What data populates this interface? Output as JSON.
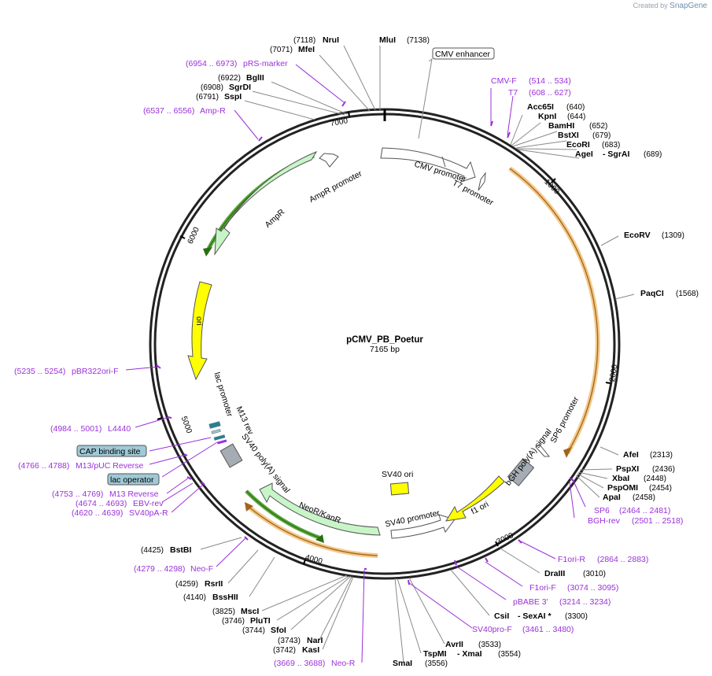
{
  "credit": {
    "prefix": "Created by",
    "brand": "SnapGene"
  },
  "plasmid": {
    "name": "pCMV_PB_Poetur",
    "length_text": "7165 bp",
    "length": 7165
  },
  "ticks": [
    {
      "label": "1000",
      "bp": 1000
    },
    {
      "label": "2000",
      "bp": 2000
    },
    {
      "label": "3000",
      "bp": 3000
    },
    {
      "label": "4000",
      "bp": 4000
    },
    {
      "label": "5000",
      "bp": 5000
    },
    {
      "label": "6000",
      "bp": 6000
    },
    {
      "label": "7000",
      "bp": 7000
    }
  ],
  "sites": [
    {
      "name": "MluI",
      "pos": "(7138)"
    },
    {
      "name": "NruI",
      "pos": "(7118)"
    },
    {
      "name": "MfeI",
      "pos": "(7071)"
    },
    {
      "name": "BglII",
      "pos": "(6922)"
    },
    {
      "name": "SgrDI",
      "pos": "(6908)"
    },
    {
      "name": "SspI",
      "pos": "(6791)"
    },
    {
      "name": "Acc65I",
      "pos": "(640)"
    },
    {
      "name": "KpnI",
      "pos": "(644)"
    },
    {
      "name": "BamHI",
      "pos": "(652)"
    },
    {
      "name": "BstXI",
      "pos": "(679)"
    },
    {
      "name": "EcoRI",
      "pos": "(683)"
    },
    {
      "name": "AgeI",
      "pos": ""
    },
    {
      "name": "- SgrAI",
      "pos": "(689)"
    },
    {
      "name": "EcoRV",
      "pos": "(1309)"
    },
    {
      "name": "PaqCI",
      "pos": "(1568)"
    },
    {
      "name": "AfeI",
      "pos": "(2313)"
    },
    {
      "name": "PspXI",
      "pos": "(2436)"
    },
    {
      "name": "XbaI",
      "pos": "(2448)"
    },
    {
      "name": "PspOMI",
      "pos": "(2454)"
    },
    {
      "name": "ApaI",
      "pos": "(2458)"
    },
    {
      "name": "DraIII",
      "pos": "(3010)"
    },
    {
      "name": "CsiI",
      "pos": ""
    },
    {
      "name": "- SexAI *",
      "pos": "(3300)"
    },
    {
      "name": "AvrII",
      "pos": "(3533)"
    },
    {
      "name": "TspMI",
      "pos": ""
    },
    {
      "name": "- XmaI",
      "pos": "(3554)"
    },
    {
      "name": "SmaI",
      "pos": "(3556)"
    },
    {
      "name": "KasI",
      "pos": "(3742)"
    },
    {
      "name": "NarI",
      "pos": "(3743)"
    },
    {
      "name": "SfoI",
      "pos": "(3744)"
    },
    {
      "name": "PluTI",
      "pos": "(3746)"
    },
    {
      "name": "MscI",
      "pos": "(3825)"
    },
    {
      "name": "BssHII",
      "pos": "(4140)"
    },
    {
      "name": "RsrII",
      "pos": "(4259)"
    },
    {
      "name": "BstBI",
      "pos": "(4425)"
    }
  ],
  "primers": [
    {
      "name": "pRS-marker",
      "range": "(6954 .. 6973)"
    },
    {
      "name": "Amp-R",
      "range": "(6537 .. 6556)"
    },
    {
      "name": "CMV-F",
      "range": "(514 .. 534)"
    },
    {
      "name": "T7",
      "range": "(608 .. 627)"
    },
    {
      "name": "SP6",
      "range": "(2464 .. 2481)"
    },
    {
      "name": "BGH-rev",
      "range": "(2501 .. 2518)"
    },
    {
      "name": "F1ori-R",
      "range": "(2864 .. 2883)"
    },
    {
      "name": "F1ori-F",
      "range": "(3074 .. 3095)"
    },
    {
      "name": "pBABE 3'",
      "range": "(3214 .. 3234)"
    },
    {
      "name": "SV40pro-F",
      "range": "(3461 .. 3480)"
    },
    {
      "name": "Neo-R",
      "range": "(3669 .. 3688)"
    },
    {
      "name": "Neo-F",
      "range": "(4279 .. 4298)"
    },
    {
      "name": "pBR322ori-F",
      "range": "(5235 .. 5254)"
    },
    {
      "name": "L4440",
      "range": "(4984 .. 5001)"
    },
    {
      "name": "M13/pUC Reverse",
      "range": "(4766 .. 4788)"
    },
    {
      "name": "M13 Reverse",
      "range": "(4753 .. 4769)"
    },
    {
      "name": "EBV-rev",
      "range": "(4674 .. 4693)"
    },
    {
      "name": "SV40pA-R",
      "range": "(4620 .. 4639)"
    }
  ],
  "boxed_labels": [
    {
      "name": "CMV enhancer"
    },
    {
      "name": "CAP binding site"
    },
    {
      "name": "lac operator"
    }
  ],
  "features": [
    {
      "name": "CMV promoter"
    },
    {
      "name": "T7 promoter"
    },
    {
      "name": "AmpR promoter"
    },
    {
      "name": "AmpR"
    },
    {
      "name": "ori"
    },
    {
      "name": "lac promoter"
    },
    {
      "name": "M13 rev"
    },
    {
      "name": "SV40 poly(A) signal"
    },
    {
      "name": "NeoR/KanR"
    },
    {
      "name": "SV40 promoter"
    },
    {
      "name": "SV40 ori"
    },
    {
      "name": "f1 ori"
    },
    {
      "name": "bGH poly(A) signal"
    },
    {
      "name": "SP6 promoter"
    }
  ],
  "colors": {
    "backbone": "#222222",
    "primer": "#9b30d9",
    "orf": "#c8f5c8",
    "origin": "#ffff00",
    "polyA": "#a6acb3",
    "orange_arc": "#f3c98b",
    "green_arc": "#5aa53a",
    "box_fill": "#9fc9d6"
  }
}
